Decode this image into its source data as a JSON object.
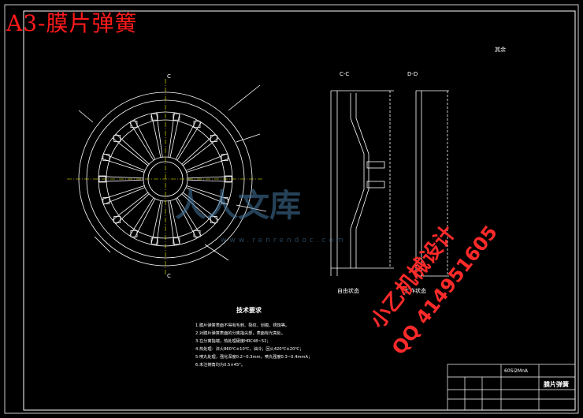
{
  "sheet": {
    "title": "A3-膜片弹簧"
  },
  "drawing": {
    "section_left": "C-C",
    "section_right": "D-D",
    "marker_top": "C",
    "marker_bottom": "C",
    "roughness": "其余",
    "state_free": "自由状态",
    "state_work": "工作状态"
  },
  "tech_requirements": {
    "heading": "技术要求",
    "lines": [
      "1.膜片弹簧表面不得有毛刺、裂纹、划痕、锈蚀等。",
      "2.对膜片弹簧表面的分离指尖部，表面有光亮处。",
      "3.在分离指端，热处理硬度HRC48~52；",
      "4.热处理：淬火860℃±10℃，油冷；回火420℃±20℃；",
      "5.喷丸处理，强化深度0.2~0.3mm，喷丸强度0.3~0.4mmA；",
      "6.未注倒角均为0.5×45°。"
    ]
  },
  "title_block": {
    "part_name": "膜片弹簧",
    "material": "60Si2MnA"
  },
  "watermark": {
    "line1": "小乙机械设计",
    "line2": "QQ 414951605",
    "brand": "人人文库",
    "url": "www.renrendoc.com"
  },
  "colors": {
    "title": "#ff1a1a",
    "lines": "#ffffff",
    "accent": "#ffff00",
    "watermark_blue": "#4678a0"
  }
}
